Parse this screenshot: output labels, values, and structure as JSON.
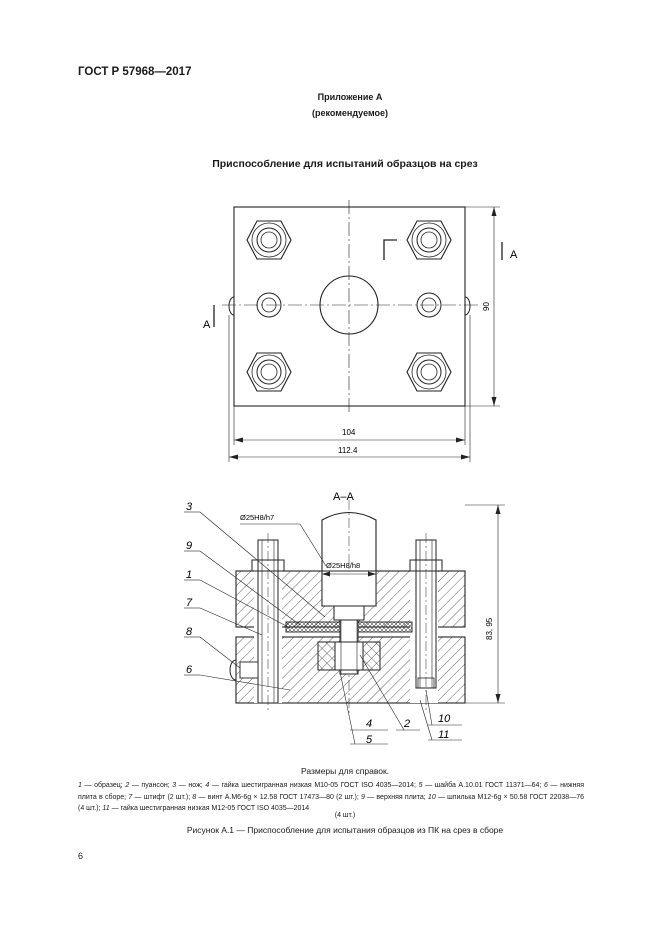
{
  "header": {
    "standard": "ГОСТ Р 57968—2017"
  },
  "annex": {
    "title": "Приложение А",
    "kind": "(рекомендуемое)"
  },
  "figure_title": "Приспособление для испытаний образцов на срез",
  "top_view": {
    "section_mark": "А",
    "dim_height": "90",
    "dim_inner_width": "104",
    "dim_outer_width": "112.4"
  },
  "section_view": {
    "title": "А–А",
    "fit_top": "Ø25H8/h7",
    "fit_mid": "Ø25H8/h8",
    "dim_height": "83, 95",
    "callouts": [
      "3",
      "9",
      "1",
      "7",
      "8",
      "6",
      "4",
      "5",
      "2",
      "10",
      "11"
    ]
  },
  "notes": {
    "sizes": "Размеры для справок.",
    "legend": [
      {
        "n": "1",
        "t": "образец;"
      },
      {
        "n": "2",
        "t": "пуансон;"
      },
      {
        "n": "3",
        "t": "нож;"
      },
      {
        "n": "4",
        "t": "гайка шестигранная низкая М10-05 ГОСТ ISO 4035—2014;"
      },
      {
        "n": "5",
        "t": "шайба А.10.01 ГОСТ 11371—64;"
      },
      {
        "n": "6",
        "t": "нижняя плита в сборе;"
      },
      {
        "n": "7",
        "t": "штифт (2 шт.);"
      },
      {
        "n": "8",
        "t": "винт А.М6-6g × 12.58 ГОСТ 17473—80 (2 шт.);"
      },
      {
        "n": "9",
        "t": "верхняя плита;"
      },
      {
        "n": "10",
        "t": "шпилька М12-6g × 50.58 ГОСТ 22038—76 (4 шт.);"
      },
      {
        "n": "11",
        "t": "гайка шестигранная низкая М12-05 ГОСТ ISO 4035—2014"
      }
    ],
    "legend_end": "(4 шт.)"
  },
  "caption": "Рисунок А.1 — Приспособление для испытания образцов из ПК на срез в сборе",
  "page_number": "6"
}
